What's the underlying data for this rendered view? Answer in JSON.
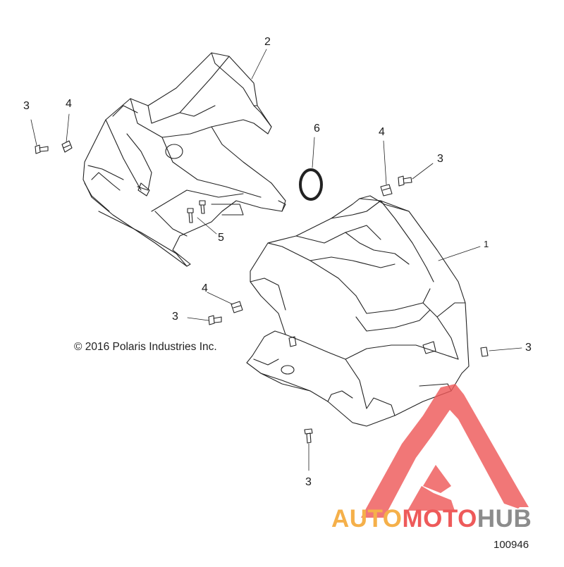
{
  "callouts": [
    "2",
    "3",
    "4",
    "6",
    "4",
    "3",
    "5",
    "1",
    "4",
    "3",
    "3",
    "3"
  ],
  "copyright": "© 2016 Polaris Industries Inc.",
  "doc_number": "100946",
  "watermark": {
    "part1": "AUTO",
    "part2": "MOTO",
    "part3": "HUB",
    "colors": {
      "orange": "#f5b04a",
      "red": "#ee5a5a",
      "gray": "#8c8c8c"
    }
  }
}
